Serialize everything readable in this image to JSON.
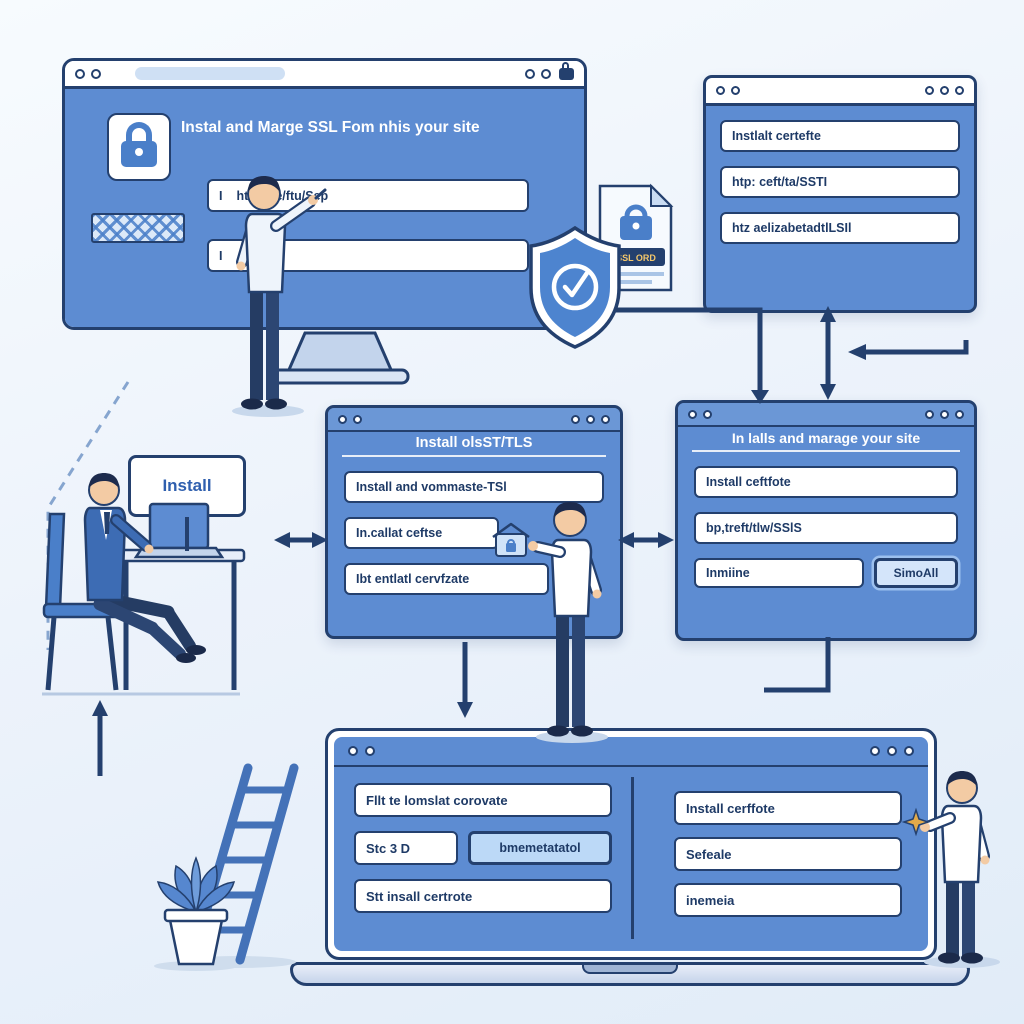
{
  "monitor_window": {
    "title": "Instal and Marge SSL Fom nhis your site",
    "url_field": "htts:/tfe/ftu/Sep",
    "cursor": "I",
    "doc_badge": "SSL ORD"
  },
  "top_right_window": {
    "rows": [
      "Instlalt certefte",
      "htp: ceft/ta/SSTI",
      "htz aelizabetadtlLSIl"
    ]
  },
  "desk_scene": {
    "sign": "Install"
  },
  "center_window": {
    "title": "Install olsST/TLS",
    "rows": [
      "Install and vommaste-TSl",
      "In.callat ceftse",
      "Ibt entlatl cervfzate"
    ]
  },
  "right_window": {
    "title": "In lalls and marage your site",
    "rows": [
      "Install ceftfote",
      "bp,treft/tlw/SSlS"
    ],
    "inline_field": "Inmiine",
    "inline_button": "SimoAll"
  },
  "laptop_window": {
    "left_rows": [
      "Fllt te lomslat corovate",
      "Stc 3 D",
      "Stt insall certrote"
    ],
    "highlight_chip": "bmemetatatol",
    "right_rows": [
      "Install cerffote",
      "Sefeale",
      "inemeia"
    ]
  },
  "colors": {
    "window_blue": "#5d8cd2",
    "outline_navy": "#24406e",
    "accent_blue": "#4a7fc9",
    "chip_blue": "#bcd9f7",
    "background": "#edf3fb"
  }
}
